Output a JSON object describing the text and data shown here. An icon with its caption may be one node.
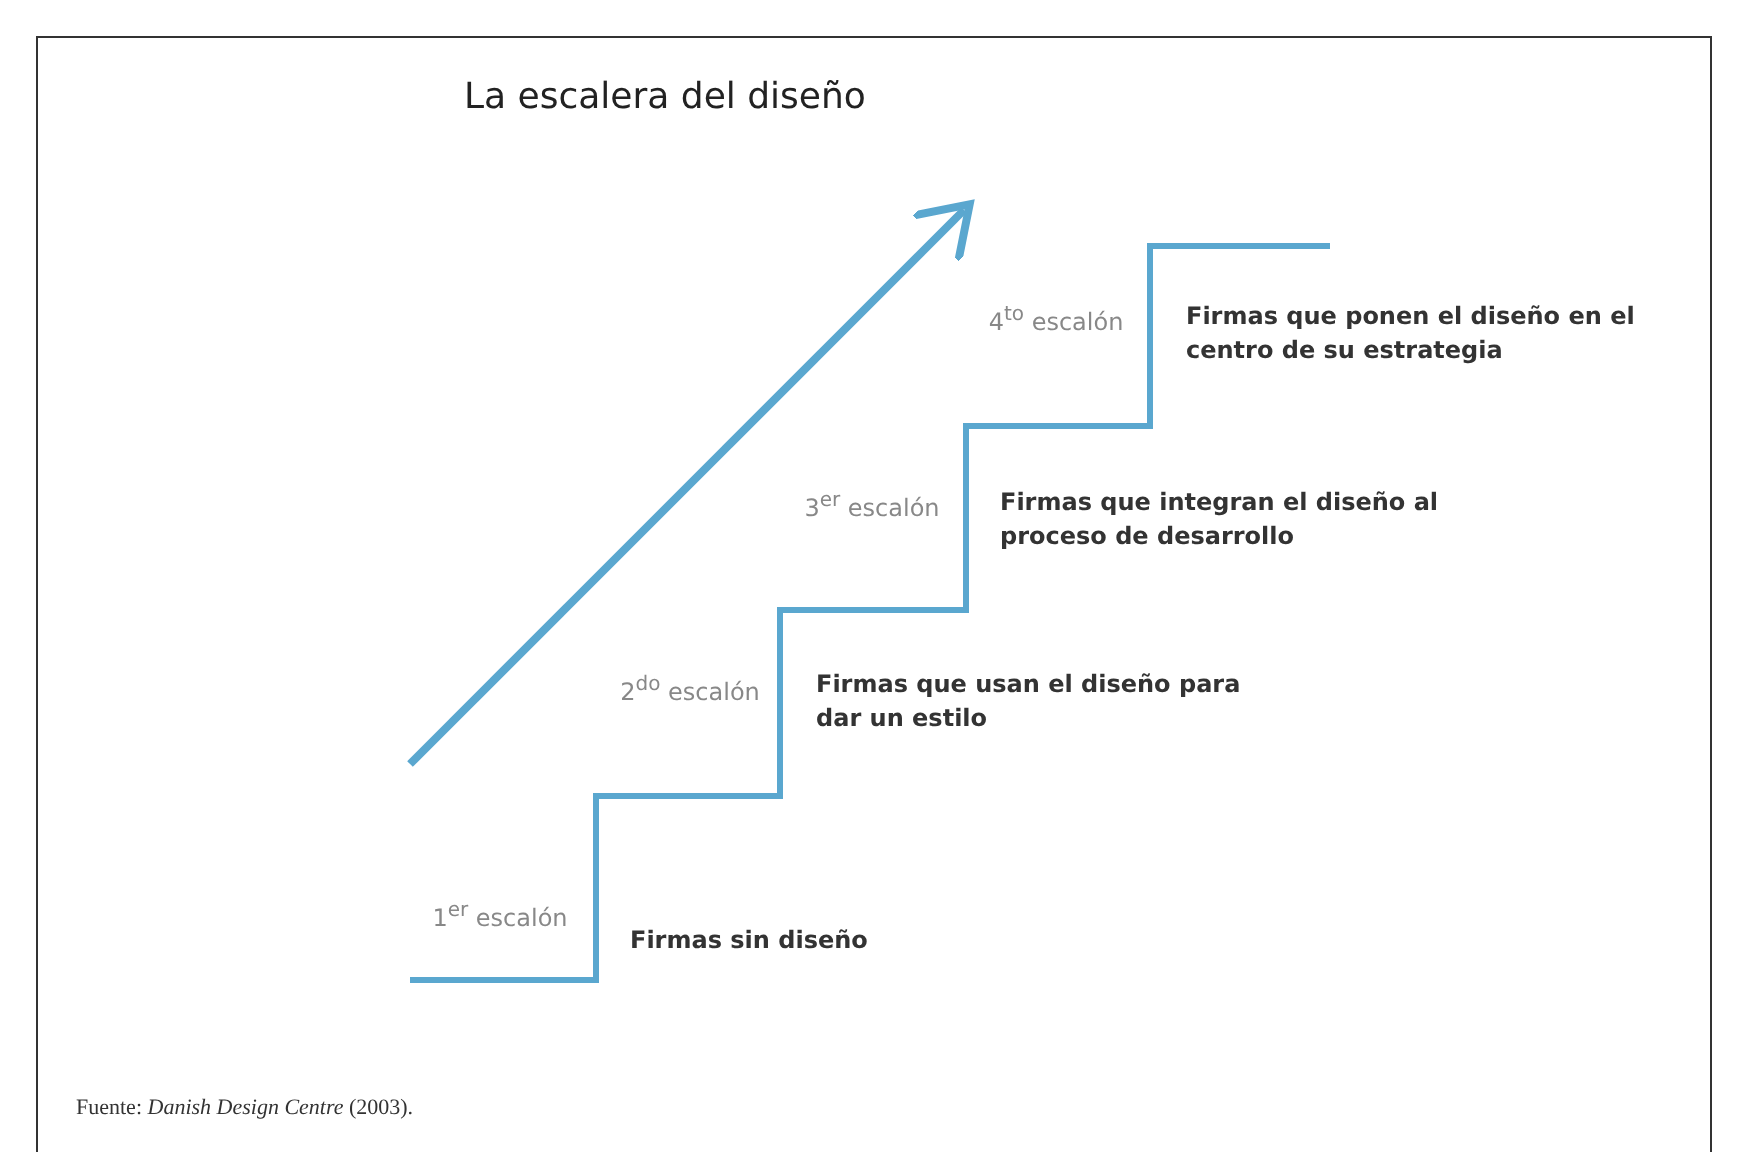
{
  "diagram": {
    "title": "La escalera del diseño",
    "caption": "Fuente: *Danish Design Centre* (2003).",
    "labels": [
      "4$^{to}$ escalón",
      "Firmas que ponen el diseño en el centro de su estrategia",
      "3$^{er}$ escalón",
      "Firmas que integran el diseño al proceso de desarrollo",
      "2$^{do}$ escalón",
      "Firmas que usan el diseño para dar un estilo",
      "1$^{er}$ escalón",
      "Firmas sin diseño"
    ]
  }
}
